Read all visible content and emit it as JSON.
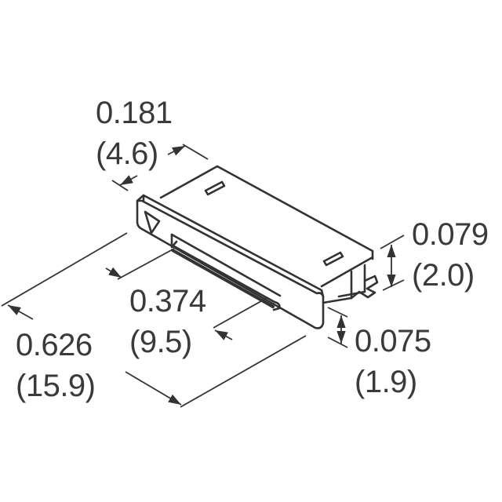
{
  "drawing": {
    "subject": "connector-outline",
    "line_color": "#333333",
    "text_color": "#3a3a3a",
    "background": "#ffffff"
  },
  "dimensions": {
    "depth": {
      "inch": "0.181",
      "mm": "(4.6)"
    },
    "height_top": {
      "inch": "0.079",
      "mm": "(2.0)"
    },
    "inner_width": {
      "inch": "0.374",
      "mm": "(9.5)"
    },
    "height_bottom": {
      "inch": "0.075",
      "mm": "(1.9)"
    },
    "overall_width": {
      "inch": "0.626",
      "mm": "(15.9)"
    }
  }
}
